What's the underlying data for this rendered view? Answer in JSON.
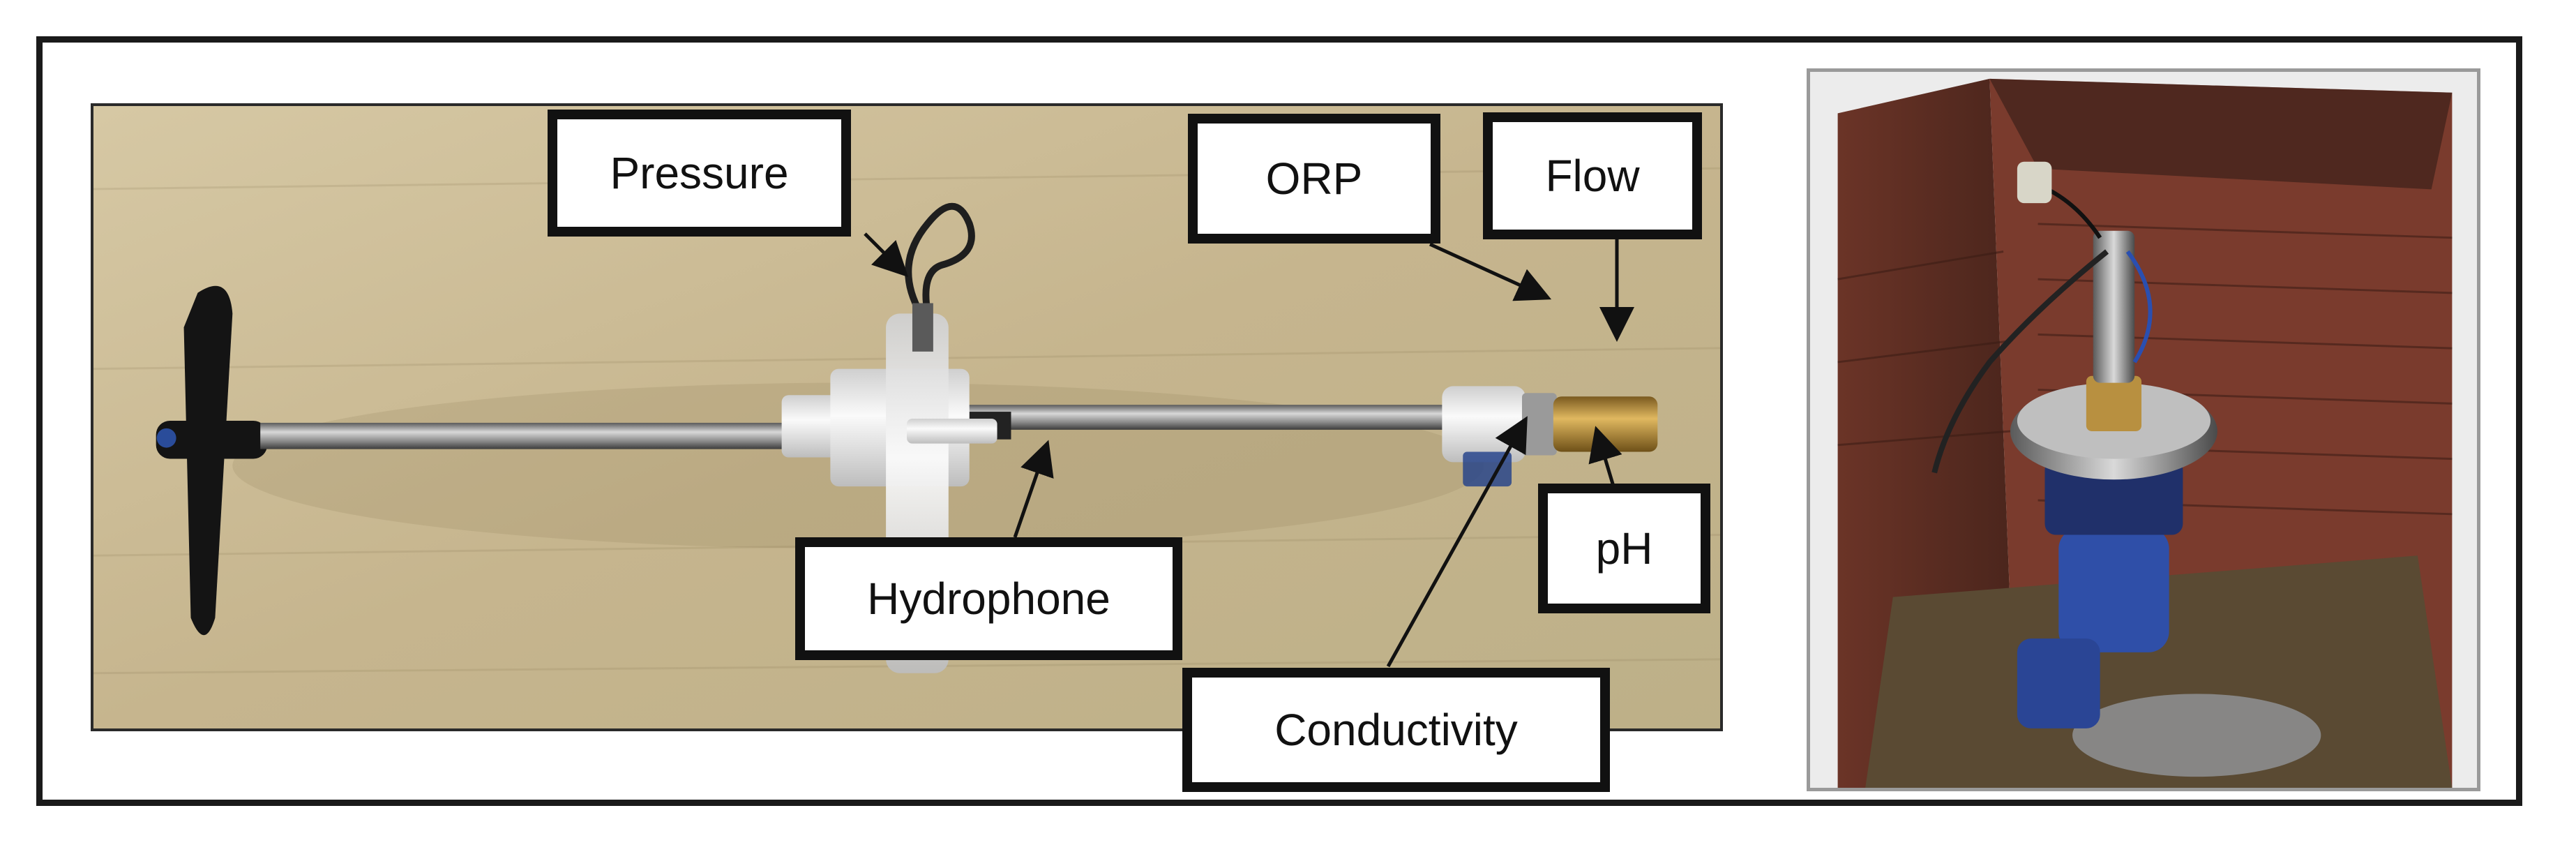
{
  "figure": {
    "left_photo": {
      "subject": "multi-sensor probe device on wooden surface"
    },
    "right_photo": {
      "subject": "probe installed on valve inside brick inspection chamber"
    },
    "labels": {
      "pressure": "Pressure",
      "orp": "ORP",
      "flow": "Flow",
      "hydrophone": "Hydrophone",
      "ph": "pH",
      "conductivity": "Conductivity"
    }
  },
  "colors": {
    "frame": "#1a1a1a",
    "label_border": "#111111",
    "wood": "#c9b994",
    "probe_metal": "#8f8f8f",
    "fitting_white": "#eeeeee",
    "brass": "#b89040",
    "handle": "#141414",
    "brick": "#7a3b2d",
    "valve_blue": "#2f4fa8"
  }
}
